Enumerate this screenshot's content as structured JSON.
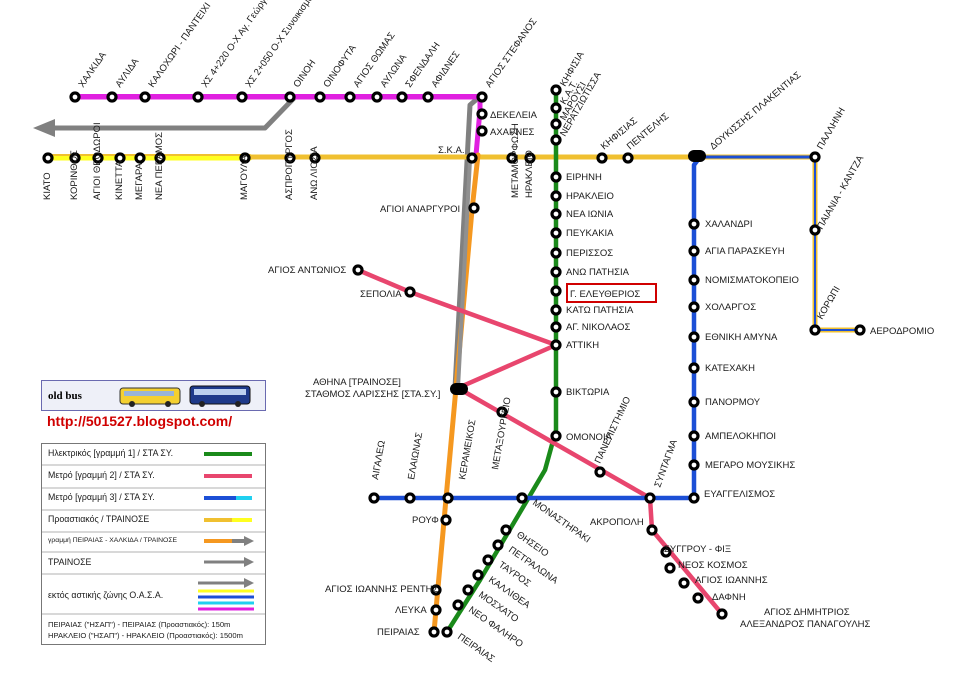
{
  "colors": {
    "line1": "#1a8a1a",
    "line2": "#e8466e",
    "line3": "#1c4fd6",
    "suburban": "#f0c030",
    "pireas_chalkida": "#f59820",
    "trainose": "#808080",
    "magenta": "#e020e0",
    "yellow": "#ffff20",
    "cyan": "#20d0f0",
    "highlight": "#d00000"
  },
  "banner": {
    "title": "old bus",
    "url": "http://501527.blogspot.com/"
  },
  "legend": {
    "items": [
      {
        "label": "Ηλεκτρικός [γραμμή 1] / ΣΤΑ ΣΥ.",
        "icon": "green-line"
      },
      {
        "label": "Μετρό [γραμμή 2] / ΣΤΑ ΣΥ.",
        "icon": "red-line"
      },
      {
        "label": "Μετρό [γραμμή 3] / ΣΤΑ ΣΥ.",
        "icon": "blue-cyan-line"
      },
      {
        "label": "Προαστιακός / ΤΡΑΙΝΟΣΕ",
        "icon": "yellow-line"
      },
      {
        "label": "γραμμή ΠΕΙΡΑΙΑΣ - ΧΑΛΚΙΔΑ / ΤΡΑΙΝΟΣΕ",
        "icon": "orange-gray-line"
      },
      {
        "label": "ΤΡΑΙΝΟΣΕ",
        "icon": "gray-arrow"
      },
      {
        "label": "εκτός αστικής ζώνης Ο.Α.Σ.Α.",
        "icon": "multi-line"
      }
    ],
    "notes": [
      "ΠΕΙΡΑΙΑΣ (\"ΗΣΑΠ\") - ΠΕΙΡΑΙΑΣ (Προαστιακός): 150m",
      "ΗΡΑΚΛΕΙΟ (\"ΗΣΑΠ\") - ΗΡΑΚΛΕΙΟ (Προαστιακός): 1500m"
    ]
  },
  "highlighted_station": "Γ. ΕΛΕΥΘΕΡΙΟΣ",
  "stations": {
    "line1": [
      "ΚΗΦΙΣΙΑ",
      "Κ.Α.Τ.",
      "ΜΑΡΟΥΣΙ",
      "ΝΕΡΑΤΖΙΩΤΙΣΣΑ",
      "ΕΙΡΗΝΗ",
      "ΗΡΑΚΛΕΙΟ",
      "ΝΕΑ ΙΩΝΙΑ",
      "ΠΕΥΚΑΚΙΑ",
      "ΠΕΡΙΣΣΟΣ",
      "ΑΝΩ ΠΑΤΗΣΙΑ",
      "ΚΑΤΩ ΠΑΤΗΣΙΑ",
      "ΑΓ. ΝΙΚΟΛΑΟΣ",
      "ΑΤΤΙΚΗ",
      "ΒΙΚΤΩΡΙΑ",
      "ΟΜΟΝΟΙΑ",
      "ΜΟΝΑΣΤΗΡΑΚΙ",
      "ΘΗΣΕΙΟ",
      "ΠΕΤΡΑΛΩΝΑ",
      "ΤΑΥΡΟΣ",
      "ΚΑΛΛΙΘΕΑ",
      "ΜΟΣΧΑΤΟ",
      "ΝΕΟ ΦΑΛΗΡΟ",
      "ΠΕΙΡΑΙΑΣ"
    ],
    "line2": [
      "ΑΓΙΟΣ ΑΝΤΩΝΙΟΣ",
      "ΣΕΠΟΛΙΑ",
      "ΑΘΗΝΑ [ΤΡΑΙΝΟΣΕ]",
      "ΣΤΑΘΜΟΣ ΛΑΡΙΣΣΗΣ [ΣΤΑ.ΣΥ.]",
      "ΜΕΤΑΞΟΥΡΓΕΙΟ",
      "ΠΑΝΕΠΙΣΤΗΜΙΟ",
      "ΣΥΝΤΑΓΜΑ",
      "ΑΚΡΟΠΟΛΗ",
      "ΣΥΓΓΡΟΥ - ΦΙΞ",
      "ΝΕΟΣ ΚΟΣΜΟΣ",
      "ΑΓΙΟΣ ΙΩΑΝΝΗΣ",
      "ΔΑΦΝΗ",
      "ΑΓΙΟΣ ΔΗΜΗΤΡΙΟΣ",
      "ΑΛΕΞΑΝΔΡΟΣ ΠΑΝΑΓΟΥΛΗΣ"
    ],
    "line3": [
      "ΑΙΓΑΛΕΩ",
      "ΕΛΑΙΩΝΑΣ",
      "ΚΕΡΑΜΕΙΚΟΣ",
      "ΕΥΑΓΓΕΛΙΣΜΟΣ",
      "ΜΕΓΑΡΟ ΜΟΥΣΙΚΗΣ",
      "ΑΜΠΕΛΟΚΗΠΟΙ",
      "ΠΑΝΟΡΜΟΥ",
      "ΚΑΤΕΧΑΚΗ",
      "ΕΘΝΙΚΗ ΑΜΥΝΑ",
      "ΧΟΛΑΡΓΟΣ",
      "ΝΟΜΙΣΜΑΤΟΚΟΠΕΙΟ",
      "ΑΓΙΑ ΠΑΡΑΣΚΕΥΗ",
      "ΧΑΛΑΝΔΡΙ",
      "ΔΟΥΚΙΣΣΗΣ ΠΛΑΚΕΝΤΙΑΣ",
      "ΠΑΛΛΗΝΗ",
      "ΠΑΙΑΝΙΑ - ΚΑΝΤΖΑ",
      "ΚΟΡΩΠΙ",
      "ΑΕΡΟΔΡΟΜΙΟ"
    ],
    "suburban_west": [
      "ΚΙΑΤΟ",
      "ΚΟΡΙΝΘΟΣ",
      "ΑΓΙΟΙ ΘΕΟΔΩΡΟΙ",
      "ΚΙΝΕΤΤΑ",
      "ΜΕΓΑΡΑ",
      "ΝΕΑ ΠΕΡΑΜΟΣ",
      "ΜΑΓΟΥΛΑ",
      "ΑΣΠΡΟΠΥΡΓΟΣ",
      "ΑΝΩ ΛΙΟΣΙΑ",
      "Σ.Κ.Α.",
      "ΜΕΤΑΜΟΡΦΩΣΗ",
      "ΗΡΑΚΛΕΙΟ",
      "ΚΗΦΙΣΙΑΣ",
      "ΠΕΝΤΕΛΗΣ",
      "ΑΓΙΟΙ ΑΝΑΡΓΥΡΟΙ",
      "ΡΟΥΦ",
      "ΑΓΙΟΣ ΙΩΑΝΝΗΣ ΡΕΝΤΗΣ",
      "ΛΕΥΚΑ",
      "ΠΕΙΡΑΙΑΣ"
    ],
    "chalkida": [
      "ΧΑΛΚΙΔΑ",
      "ΑΥΛΙΔΑ",
      "ΚΑΛΟΧΩΡΙ - ΠΑΝΤΕΙΧΙ",
      "ΧΣ 4+220 Ο-Χ Αγ. Γεώργιος",
      "ΧΣ 2+050 Ο-Χ Συνοικισμός",
      "ΟΙΝΟΗ",
      "ΟΙΝΟΦΥΤΑ",
      "ΑΓΙΟΣ ΘΩΜΑΣ",
      "ΑΥΛΩΝΑ",
      "ΣΦΕΝΔΑΛΗ",
      "ΑΦΙΔΝΕΣ",
      "ΑΓΙΟΣ ΣΤΕΦΑΝΟΣ",
      "ΔΕΚΕΛΕΙΑ",
      "ΑΧΑΡΝΕΣ"
    ]
  }
}
